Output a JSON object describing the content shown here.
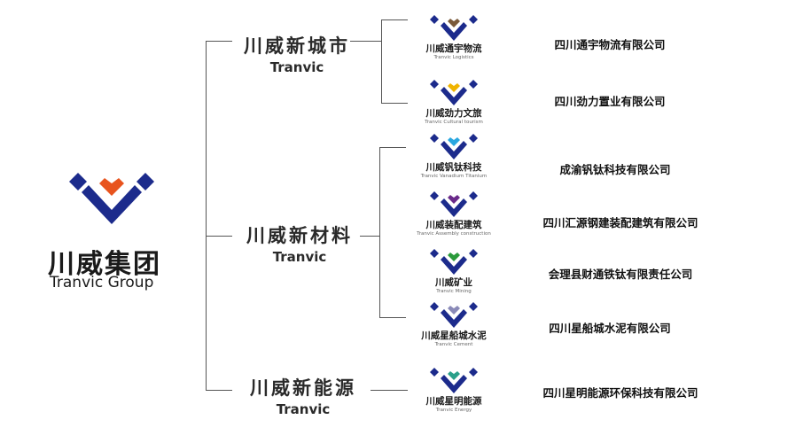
{
  "group": {
    "name_cn": "川威集团",
    "name_en": "Tranvic Group",
    "accent_color": "#e8541e",
    "brand_color": "#1c2b8c"
  },
  "divisions": [
    {
      "name_cn": "川威新城市",
      "name_en": "Tranvic",
      "subsidiaries": [
        {
          "logo_cn": "川威通宇物流",
          "logo_en": "Tranvic Logistics",
          "heart_color": "#7a5a3a",
          "company": "四川通宇物流有限公司"
        },
        {
          "logo_cn": "川威劲力文旅",
          "logo_en": "Tranvic Cultural tourism",
          "heart_color": "#f0b400",
          "company": "四川劲力置业有限公司"
        }
      ]
    },
    {
      "name_cn": "川威新材料",
      "name_en": "Tranvic",
      "subsidiaries": [
        {
          "logo_cn": "川威钒钛科技",
          "logo_en": "Tranvic Vanadium Titanium",
          "heart_color": "#2aa7e0",
          "company": "成渝钒钛科技有限公司"
        },
        {
          "logo_cn": "川威装配建筑",
          "logo_en": "Tranvic Assembly construction",
          "heart_color": "#6a2a8a",
          "company": "四川汇源钢建装配建筑有限公司"
        },
        {
          "logo_cn": "川威矿业",
          "logo_en": "Tranvic Mining",
          "heart_color": "#2a9a3a",
          "company": "会理县财通铁钛有限责任公司"
        },
        {
          "logo_cn": "川威星船城水泥",
          "logo_en": "Tranvic Cement",
          "heart_color": "#8a8ab8",
          "company": "四川星船城水泥有限公司"
        }
      ]
    },
    {
      "name_cn": "川威新能源",
      "name_en": "Tranvic",
      "subsidiaries": [
        {
          "logo_cn": "川威星明能源",
          "logo_en": "Tranvic Energy",
          "heart_color": "#2aa08a",
          "company": "四川星明能源环保科技有限公司"
        }
      ]
    }
  ]
}
